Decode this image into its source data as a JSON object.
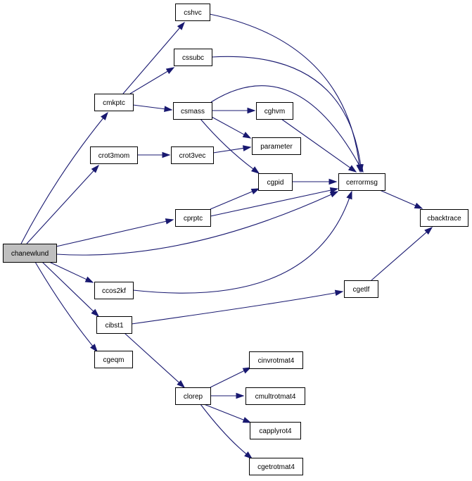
{
  "graph": {
    "root": "chanewlund",
    "nodes": [
      {
        "id": "chanewlund",
        "label": "chanewlund",
        "root": true
      },
      {
        "id": "cmkptc",
        "label": "cmkptc"
      },
      {
        "id": "crot3mom",
        "label": "crot3mom"
      },
      {
        "id": "cprptc",
        "label": "cprptc"
      },
      {
        "id": "cerrormsg",
        "label": "cerrormsg"
      },
      {
        "id": "ccos2kf",
        "label": "ccos2kf"
      },
      {
        "id": "cibst1",
        "label": "cibst1"
      },
      {
        "id": "cgeqm",
        "label": "cgeqm"
      },
      {
        "id": "cshvc",
        "label": "cshvc"
      },
      {
        "id": "cssubc",
        "label": "cssubc"
      },
      {
        "id": "csmass",
        "label": "csmass"
      },
      {
        "id": "cghvm",
        "label": "cghvm"
      },
      {
        "id": "parameter",
        "label": "parameter"
      },
      {
        "id": "cgpid",
        "label": "cgpid"
      },
      {
        "id": "crot3vec",
        "label": "crot3vec"
      },
      {
        "id": "cbacktrace",
        "label": "cbacktrace"
      },
      {
        "id": "cgetlf",
        "label": "cgetlf"
      },
      {
        "id": "clorep",
        "label": "clorep"
      },
      {
        "id": "cinvrotmat4",
        "label": "cinvrotmat4"
      },
      {
        "id": "cmultrotmat4",
        "label": "cmultrotmat4"
      },
      {
        "id": "capplyrot4",
        "label": "capplyrot4"
      },
      {
        "id": "cgetrotmat4",
        "label": "cgetrotmat4"
      }
    ],
    "edges": [
      {
        "from": "chanewlund",
        "to": "cmkptc"
      },
      {
        "from": "chanewlund",
        "to": "crot3mom"
      },
      {
        "from": "chanewlund",
        "to": "cprptc"
      },
      {
        "from": "chanewlund",
        "to": "cerrormsg"
      },
      {
        "from": "chanewlund",
        "to": "ccos2kf"
      },
      {
        "from": "chanewlund",
        "to": "cibst1"
      },
      {
        "from": "chanewlund",
        "to": "cgeqm"
      },
      {
        "from": "cmkptc",
        "to": "cshvc"
      },
      {
        "from": "cmkptc",
        "to": "cssubc"
      },
      {
        "from": "cmkptc",
        "to": "csmass"
      },
      {
        "from": "cshvc",
        "to": "cerrormsg"
      },
      {
        "from": "cssubc",
        "to": "cerrormsg"
      },
      {
        "from": "csmass",
        "to": "cerrormsg"
      },
      {
        "from": "csmass",
        "to": "cghvm"
      },
      {
        "from": "csmass",
        "to": "parameter"
      },
      {
        "from": "csmass",
        "to": "cgpid"
      },
      {
        "from": "cghvm",
        "to": "cerrormsg"
      },
      {
        "from": "cgpid",
        "to": "cerrormsg"
      },
      {
        "from": "crot3mom",
        "to": "crot3vec"
      },
      {
        "from": "crot3vec",
        "to": "parameter"
      },
      {
        "from": "cprptc",
        "to": "cgpid"
      },
      {
        "from": "cprptc",
        "to": "cerrormsg"
      },
      {
        "from": "cerrormsg",
        "to": "cbacktrace"
      },
      {
        "from": "ccos2kf",
        "to": "cerrormsg"
      },
      {
        "from": "cibst1",
        "to": "cgetlf"
      },
      {
        "from": "cibst1",
        "to": "clorep"
      },
      {
        "from": "cgetlf",
        "to": "cbacktrace"
      },
      {
        "from": "clorep",
        "to": "cinvrotmat4"
      },
      {
        "from": "clorep",
        "to": "cmultrotmat4"
      },
      {
        "from": "clorep",
        "to": "capplyrot4"
      },
      {
        "from": "clorep",
        "to": "cgetrotmat4"
      }
    ],
    "colors": {
      "edge": "#191970",
      "node_border": "#000000",
      "root_fill": "#bfbfbf",
      "node_fill": "#ffffff"
    }
  }
}
